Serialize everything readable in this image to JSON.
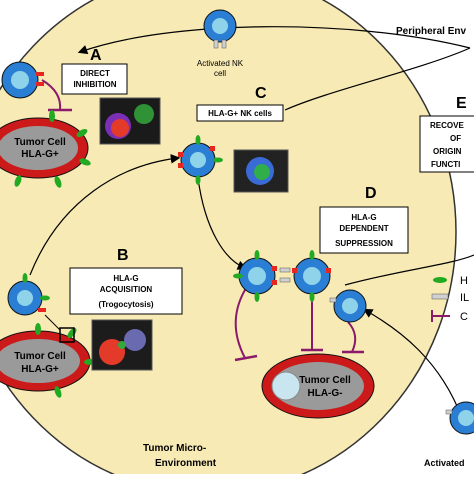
{
  "labels": {
    "peripheral": "Peripheral Env",
    "tumor_micro_line1": "Tumor Micro-",
    "tumor_micro_line2": "Environment",
    "activated_nk_line1": "Activated NK",
    "activated_nk_line2": "cell",
    "activated_bottom": "Activated"
  },
  "panels": {
    "a": {
      "letter": "A",
      "line1": "DIRECT",
      "line2": "INHIBITION"
    },
    "b": {
      "letter": "B",
      "line1": "HLA-G",
      "line2": "ACQUISITION",
      "line3": "(Trogocytosis)"
    },
    "c": {
      "letter": "C",
      "line1": "HLA-G+ NK cells"
    },
    "d": {
      "letter": "D",
      "line1": "HLA-G",
      "line2": "DEPENDENT",
      "line3": "SUPPRESSION"
    },
    "e": {
      "letter": "E",
      "line1": "RECOVE",
      "line2": "OF",
      "line3": "ORIGIN",
      "line4": "FUNCTI"
    }
  },
  "tumor_cells": {
    "top": {
      "line1": "Tumor Cell",
      "line2": "HLA-G+"
    },
    "bottom_left": {
      "line1": "Tumor Cell",
      "line2": "HLA-G+"
    },
    "bottom_right": {
      "line1": "Tumor Cell",
      "line2": "HLA-G-"
    }
  },
  "legend": {
    "items": [
      {
        "label": "H",
        "color": "#22aa22"
      },
      {
        "label": "IL",
        "color": "#d0d0d0"
      },
      {
        "label": "C",
        "color": "#8b1a6b"
      }
    ]
  },
  "colors": {
    "environment": "#f7eab4",
    "tumor_outer": "#cc1a1a",
    "tumor_inner": "#9a9a9a",
    "nk_cell": "#2a7fd4",
    "nk_nucleus": "#8fd3ea",
    "hla_g": "#22aa22",
    "receptor": "#e8261f",
    "inhibition": "#8b1a6b"
  }
}
